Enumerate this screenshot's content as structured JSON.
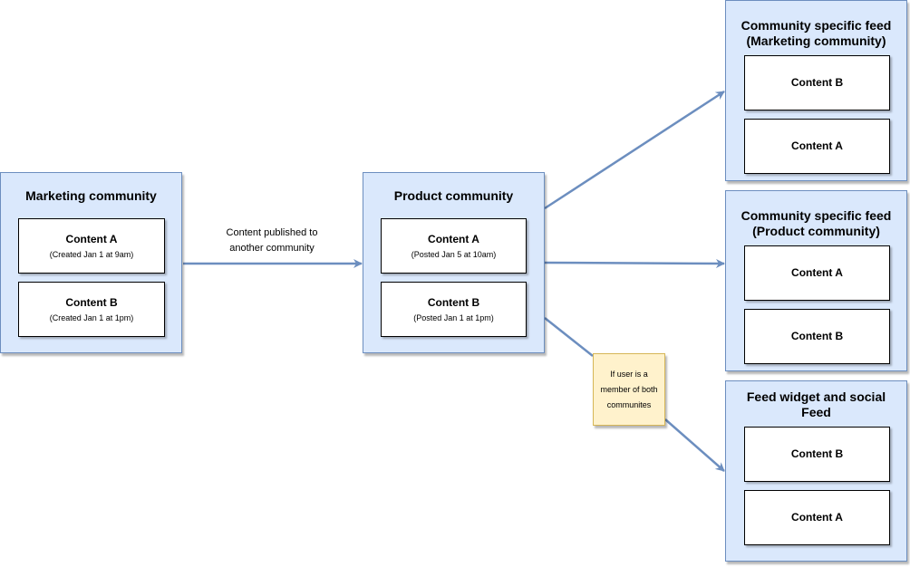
{
  "edge_label": "Content published to another community",
  "note": "If user is a member of both communites",
  "marketing": {
    "title": "Marketing community",
    "cards": [
      {
        "title": "Content A",
        "sub": "(Created Jan 1 at 9am)"
      },
      {
        "title": "Content B",
        "sub": "(Created Jan 1 at 1pm)"
      }
    ]
  },
  "product": {
    "title": "Product community",
    "cards": [
      {
        "title": "Content A",
        "sub": "(Posted Jan 5 at 10am)"
      },
      {
        "title": "Content B",
        "sub": "(Posted  Jan 1 at 1pm)"
      }
    ]
  },
  "feed_marketing": {
    "title": "Community specific feed (Marketing community)",
    "cards": [
      {
        "title": "Content B"
      },
      {
        "title": "Content A"
      }
    ]
  },
  "feed_product": {
    "title": "Community specific feed (Product community)",
    "cards": [
      {
        "title": "Content A"
      },
      {
        "title": "Content B"
      }
    ]
  },
  "feed_widget": {
    "title": "Feed widget and social Feed",
    "cards": [
      {
        "title": "Content B"
      },
      {
        "title": "Content A"
      }
    ]
  },
  "colors": {
    "group_fill": "#dae8fc",
    "group_stroke": "#6c8ebf",
    "note_fill": "#fff2cc",
    "note_stroke": "#d6b656",
    "arrow": "#6c8ebf"
  }
}
